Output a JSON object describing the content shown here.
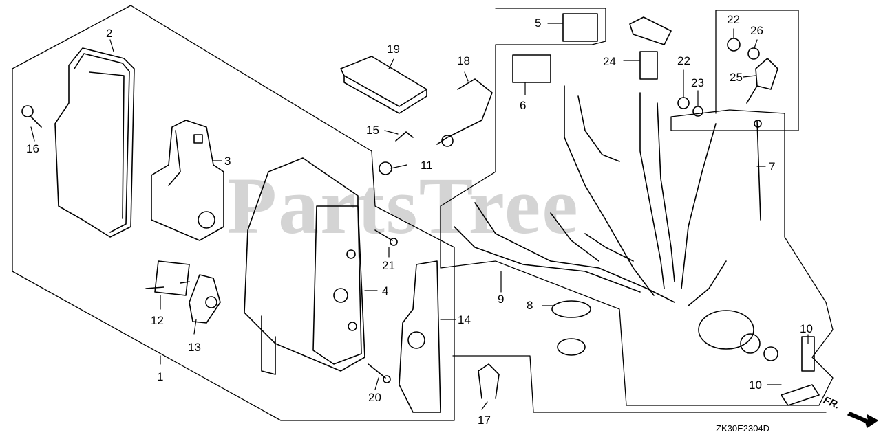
{
  "diagram": {
    "watermark": "PartsTree",
    "diagram_code": "ZK30E2304D",
    "direction_label": "FR.",
    "callouts": {
      "c1": "1",
      "c2": "2",
      "c3": "3",
      "c4": "4",
      "c5": "5",
      "c6": "6",
      "c7": "7",
      "c8": "8",
      "c9": "9",
      "c10a": "10",
      "c10b": "10",
      "c11": "11",
      "c12": "12",
      "c13": "13",
      "c14": "14",
      "c15": "15",
      "c16": "16",
      "c17": "17",
      "c18": "18",
      "c19": "19",
      "c20": "20",
      "c21": "21",
      "c22a": "22",
      "c22b": "22",
      "c23": "23",
      "c24": "24",
      "c25": "25",
      "c26": "26"
    }
  }
}
